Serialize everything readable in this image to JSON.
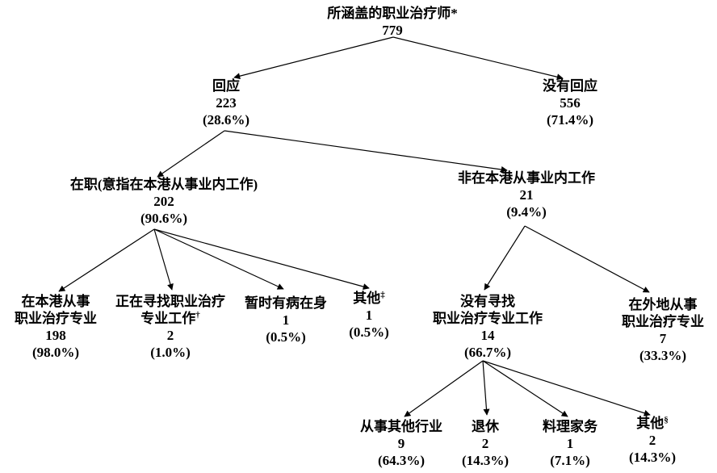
{
  "colors": {
    "background": "#ffffff",
    "text": "#000000",
    "line": "#000000"
  },
  "chart_data": {
    "type": "table",
    "title": "所涵盖的职业治疗师* 回应分布树状图",
    "total": 779,
    "branches": [
      {
        "label": "回应",
        "count": 223,
        "pct": "28.6%"
      },
      {
        "label": "没有回应",
        "count": 556,
        "pct": "71.4%"
      },
      {
        "label": "在职(意指在本港从事业内工作)",
        "count": 202,
        "pct": "90.6%"
      },
      {
        "label": "非在本港从事业内工作",
        "count": 21,
        "pct": "9.4%"
      },
      {
        "label": "在本港从事职业治疗专业",
        "count": 198,
        "pct": "98.0%"
      },
      {
        "label": "正在寻找职业治疗专业工作†",
        "count": 2,
        "pct": "1.0%"
      },
      {
        "label": "暂时有病在身",
        "count": 1,
        "pct": "0.5%"
      },
      {
        "label": "其他‡",
        "count": 1,
        "pct": "0.5%"
      },
      {
        "label": "没有寻找职业治疗专业工作",
        "count": 14,
        "pct": "66.7%"
      },
      {
        "label": "在外地从事职业治疗专业",
        "count": 7,
        "pct": "33.3%"
      },
      {
        "label": "从事其他行业",
        "count": 9,
        "pct": "64.3%"
      },
      {
        "label": "退休",
        "count": 2,
        "pct": "14.3%"
      },
      {
        "label": "料理家务",
        "count": 1,
        "pct": "7.1%"
      },
      {
        "label": "其他§",
        "count": 2,
        "pct": "14.3%"
      }
    ]
  },
  "nodes": {
    "root": {
      "label": "所涵盖的职业治疗师*",
      "count": "779"
    },
    "respond": {
      "label": "回应",
      "count": "223",
      "pct": "(28.6%)"
    },
    "no_respond": {
      "label": "没有回应",
      "count": "556",
      "pct": "(71.4%)"
    },
    "working": {
      "label": "在职(意指在本港从事业内工作)",
      "count": "202",
      "pct": "(90.6%)"
    },
    "not_working_hk": {
      "label": "非在本港从事业内工作",
      "count": "21",
      "pct": "(9.4%)"
    },
    "ot_in_hk": {
      "label1": "在本港从事",
      "label2": "职业治疗专业",
      "count": "198",
      "pct": "(98.0%)"
    },
    "seeking": {
      "label1": "正在寻找职业治疗",
      "label2": "专业工作",
      "sup": "†",
      "count": "2",
      "pct": "(1.0%)"
    },
    "sick": {
      "label": "暂时有病在身",
      "count": "1",
      "pct": "(0.5%)"
    },
    "other_working": {
      "label": "其他",
      "sup": "‡",
      "count": "1",
      "pct": "(0.5%)"
    },
    "not_seeking": {
      "label1": "没有寻找",
      "label2": "职业治疗专业工作",
      "count": "14",
      "pct": "(66.7%)"
    },
    "abroad": {
      "label1": "在外地从事",
      "label2": "职业治疗专业",
      "count": "7",
      "pct": "(33.3%)"
    },
    "other_industry": {
      "label": "从事其他行业",
      "count": "9",
      "pct": "(64.3%)"
    },
    "retired": {
      "label": "退休",
      "count": "2",
      "pct": "(14.3%)"
    },
    "housework": {
      "label": "料理家务",
      "count": "1",
      "pct": "(7.1%)"
    },
    "other_not_seeking": {
      "label": "其他",
      "sup": "§",
      "count": "2",
      "pct": "(14.3%)"
    }
  }
}
